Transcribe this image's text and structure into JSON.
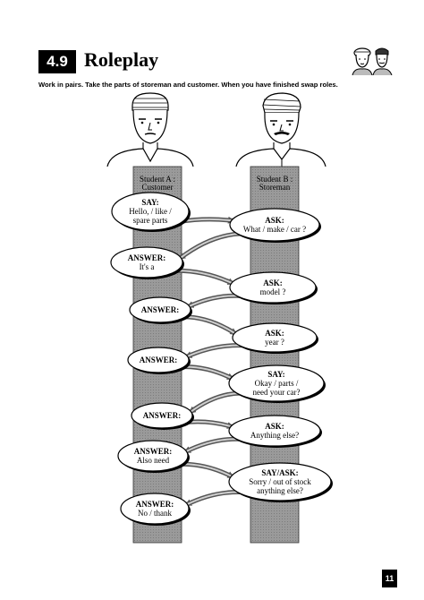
{
  "header": {
    "section_number": "4.9",
    "title": "Roleplay",
    "instructions": "Work in pairs. Take the parts of storeman and customer. When you have finished swap roles."
  },
  "columns": {
    "student_a": {
      "line1": "Student A :",
      "line2": "Customer"
    },
    "student_b": {
      "line1": "Student B :",
      "line2": "Storeman"
    }
  },
  "bubbles": [
    {
      "side": "A",
      "head": "SAY:",
      "lines": [
        "Hello, / like /",
        "spare parts"
      ]
    },
    {
      "side": "B",
      "head": "ASK:",
      "lines": [
        "What / make / car ?"
      ]
    },
    {
      "side": "A",
      "head": "ANSWER:",
      "lines": [
        "It's a"
      ]
    },
    {
      "side": "B",
      "head": "ASK:",
      "lines": [
        "model ?"
      ]
    },
    {
      "side": "A",
      "head": "ANSWER:",
      "lines": []
    },
    {
      "side": "B",
      "head": "ASK:",
      "lines": [
        "year ?"
      ]
    },
    {
      "side": "A",
      "head": "ANSWER:",
      "lines": []
    },
    {
      "side": "B",
      "head": "SAY:",
      "lines": [
        "Okay / parts /",
        "need your car?"
      ]
    },
    {
      "side": "A",
      "head": "ANSWER:",
      "lines": []
    },
    {
      "side": "B",
      "head": "ASK:",
      "lines": [
        "Anything else?"
      ]
    },
    {
      "side": "A",
      "head": "ANSWER:",
      "lines": [
        "Also need"
      ]
    },
    {
      "side": "B",
      "head": "SAY/ASK:",
      "lines": [
        "Sorry / out of stock",
        "anything else?"
      ]
    },
    {
      "side": "A",
      "head": "ANSWER:",
      "lines": [
        "No / thank"
      ]
    }
  ],
  "footer": {
    "page_number": "11"
  }
}
